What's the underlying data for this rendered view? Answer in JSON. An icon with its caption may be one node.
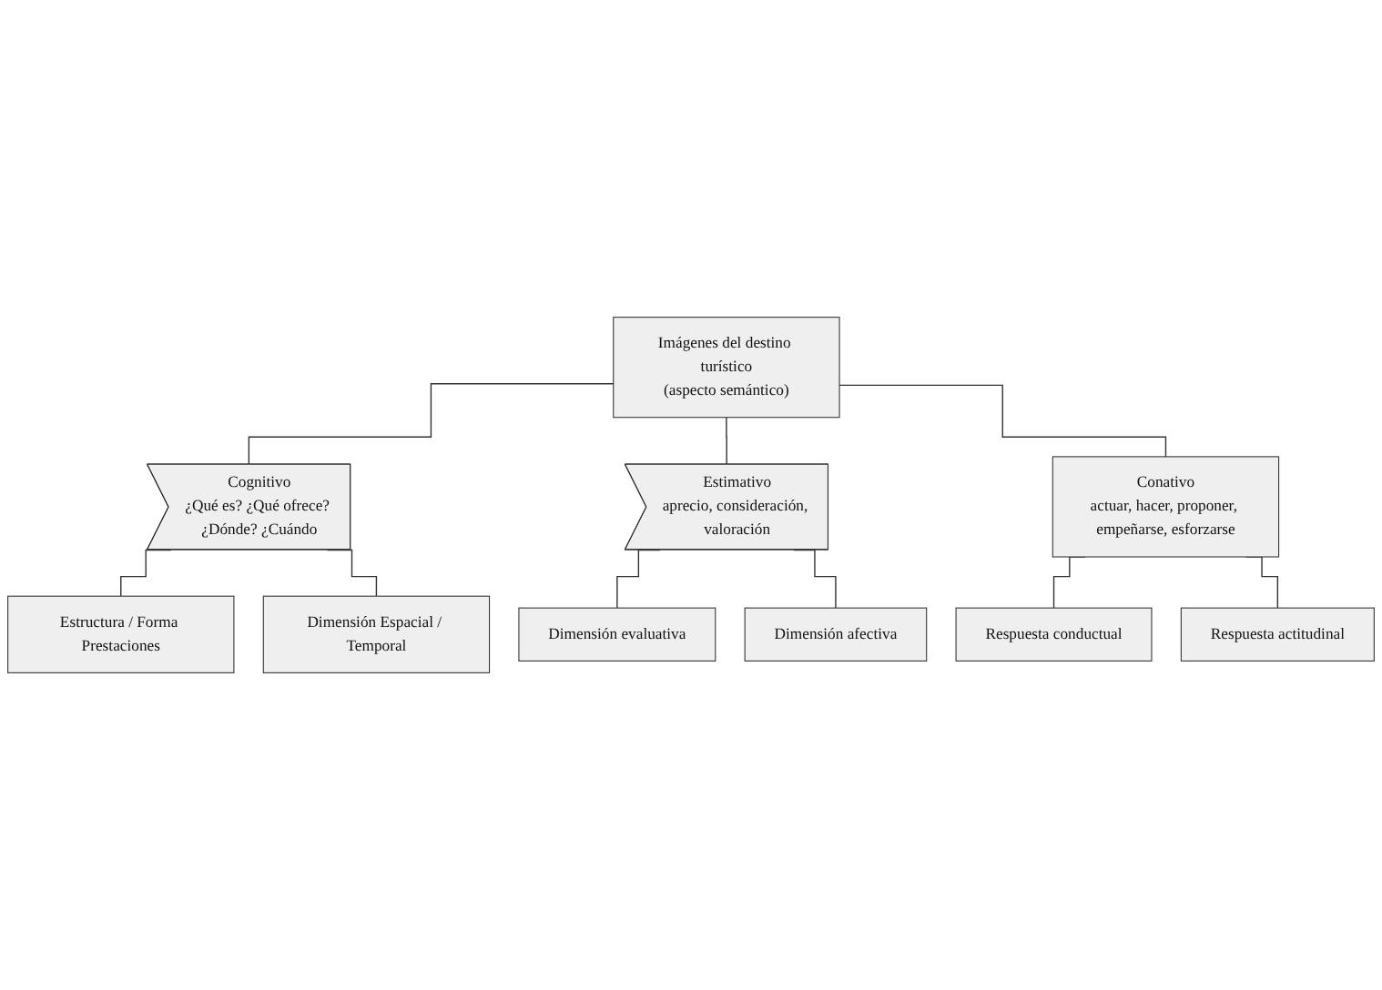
{
  "diagram": {
    "nodes": [
      {
        "text": [
          "Imágenes del destino turístico",
          "(aspecto semántico)"
        ]
      },
      {
        "text": [
          "Cognitivo",
          "¿Qué es? ¿Qué ofrece? ¿Dónde? ¿Cuándo"
        ]
      },
      {
        "text": [
          "Estimativo",
          "aprecio, consideración, valoración"
        ]
      },
      {
        "text": [
          "Conativo",
          "actuar, hacer, proponer, empeñarse, esforzarse"
        ]
      },
      {
        "text": [
          "Estructura / Forma Prestaciones"
        ]
      },
      {
        "text": [
          "Dimensión Espacial / Temporal"
        ]
      },
      {
        "text": [
          "Dimensión evaluativa"
        ]
      },
      {
        "text": [
          "Dimensión afectiva"
        ]
      },
      {
        "text": [
          "Respuesta conductual"
        ]
      },
      {
        "text": [
          "Respuesta actitudinal"
        ]
      }
    ],
    "edges": [
      {
        "from": 0,
        "to": 1,
        "arrow": "none"
      },
      {
        "from": 0,
        "to": 2,
        "arrow": "none"
      },
      {
        "from": 0,
        "to": 3,
        "arrow": "none"
      },
      {
        "from": 1,
        "to": 4,
        "arrow": "none"
      },
      {
        "from": 1,
        "to": 5,
        "arrow": "none"
      },
      {
        "from": 2,
        "to": 6,
        "arrow": "none"
      },
      {
        "from": 2,
        "to": 7,
        "arrow": "none"
      },
      {
        "from": 3,
        "to": 8,
        "arrow": "none"
      },
      {
        "from": 3,
        "to": 9,
        "arrow": "none"
      }
    ]
  }
}
